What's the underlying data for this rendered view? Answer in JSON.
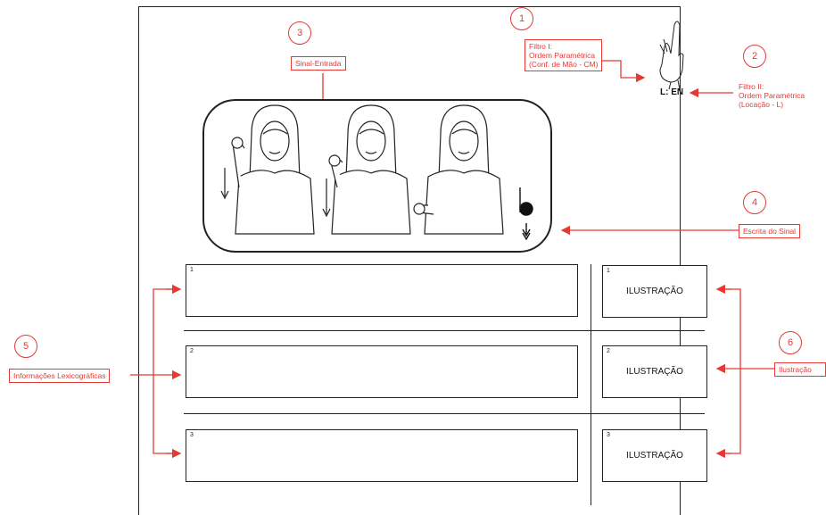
{
  "callouts": {
    "c1": "1",
    "c2": "2",
    "c3": "3",
    "c4": "4",
    "c5": "5",
    "c6": "6"
  },
  "labels": {
    "filtro1_l1": "Filtro I:",
    "filtro1_l2": "Ordem Paramétrica",
    "filtro1_l3": "(Conf. de Mão - CM)",
    "filtro2_l1": "Filtro II:",
    "filtro2_l2": "Ordem Paramétrica",
    "filtro2_l3": "(Locação - L)",
    "sinal_entrada": "Sinal-Entrada",
    "escrita": "Escrita do Sinal",
    "info_lex": "Informações Lexicográficas",
    "ilustracao": "Ilustração"
  },
  "location_code": "L: EN",
  "rows": [
    {
      "number": "1",
      "illustration_number": "1",
      "illustration_label": "ILUSTRAÇÃO"
    },
    {
      "number": "2",
      "illustration_number": "2",
      "illustration_label": "ILUSTRAÇÃO"
    },
    {
      "number": "3",
      "illustration_number": "3",
      "illustration_label": "ILUSTRAÇÃO"
    }
  ],
  "colors": {
    "accent": "#e53935",
    "line": "#222222"
  }
}
